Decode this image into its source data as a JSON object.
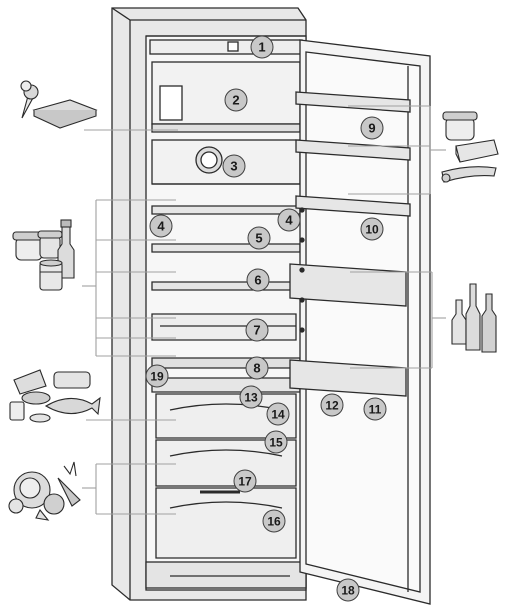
{
  "colors": {
    "background": "#ffffff",
    "stroke": "#2b2b2b",
    "fridge_body": "#e8e8e8",
    "interior": "#f7f7f7",
    "callout_fill": "#c8c8c8",
    "callout_stroke": "#404040",
    "leader_line": "#a0a0a0"
  },
  "callouts": [
    {
      "id": "c1",
      "label": "1"
    },
    {
      "id": "c2",
      "label": "2"
    },
    {
      "id": "c3",
      "label": "3"
    },
    {
      "id": "c4a",
      "label": "4"
    },
    {
      "id": "c4b",
      "label": "4"
    },
    {
      "id": "c5",
      "label": "5"
    },
    {
      "id": "c6",
      "label": "6"
    },
    {
      "id": "c7",
      "label": "7"
    },
    {
      "id": "c8",
      "label": "8"
    },
    {
      "id": "c9",
      "label": "9"
    },
    {
      "id": "c10",
      "label": "10"
    },
    {
      "id": "c11",
      "label": "11"
    },
    {
      "id": "c12",
      "label": "12"
    },
    {
      "id": "c13",
      "label": "13"
    },
    {
      "id": "c14",
      "label": "14"
    },
    {
      "id": "c15",
      "label": "15"
    },
    {
      "id": "c16",
      "label": "16"
    },
    {
      "id": "c17",
      "label": "17"
    },
    {
      "id": "c18",
      "label": "18"
    },
    {
      "id": "c19",
      "label": "19"
    }
  ],
  "icons": [
    "ice-cream-freezer-icon",
    "jars-and-bottle-icon",
    "dairy-butter-icon",
    "bottles-icon",
    "meat-fish-dairy-icon",
    "vegetables-icon"
  ]
}
